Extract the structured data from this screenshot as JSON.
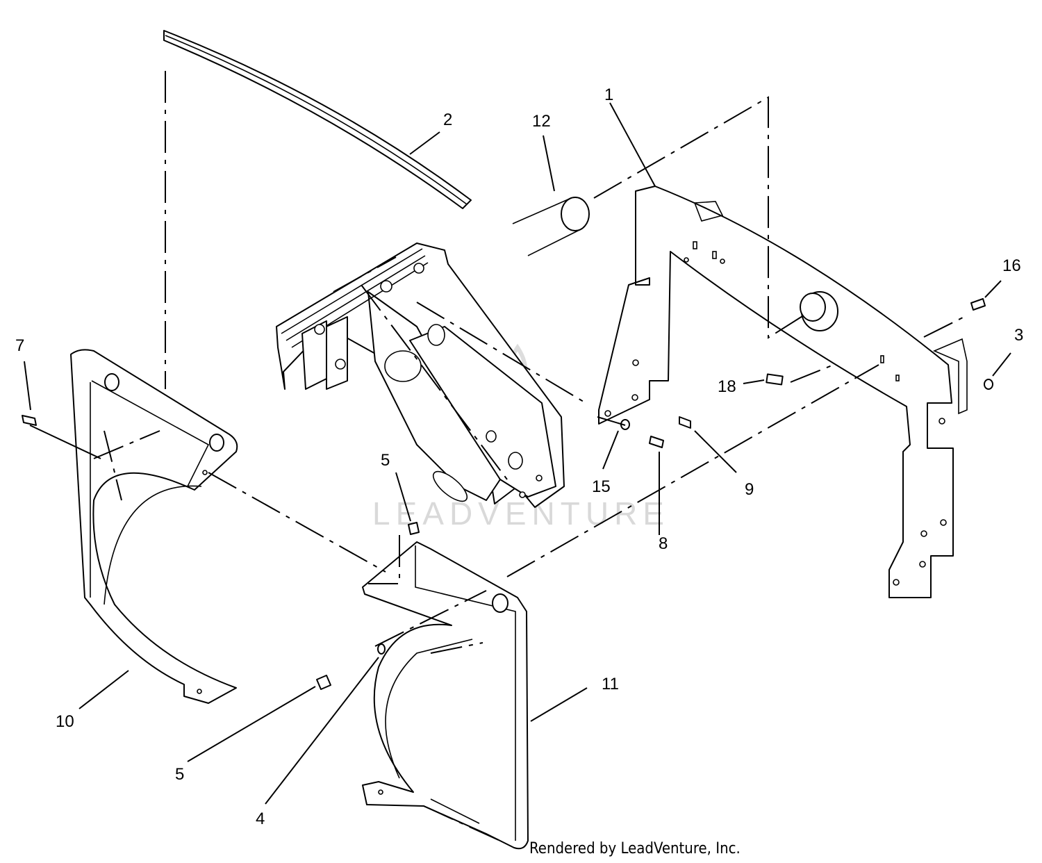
{
  "callouts": {
    "c1": "1",
    "c2": "2",
    "c3": "3",
    "c4": "4",
    "c5a": "5",
    "c5b": "5",
    "c7": "7",
    "c8": "8",
    "c9": "9",
    "c10": "10",
    "c11": "11",
    "c12": "12",
    "c15": "15",
    "c16": "16",
    "c18": "18"
  },
  "watermark": "LEADVENTURE",
  "credit": "Rendered by LeadVenture, Inc."
}
